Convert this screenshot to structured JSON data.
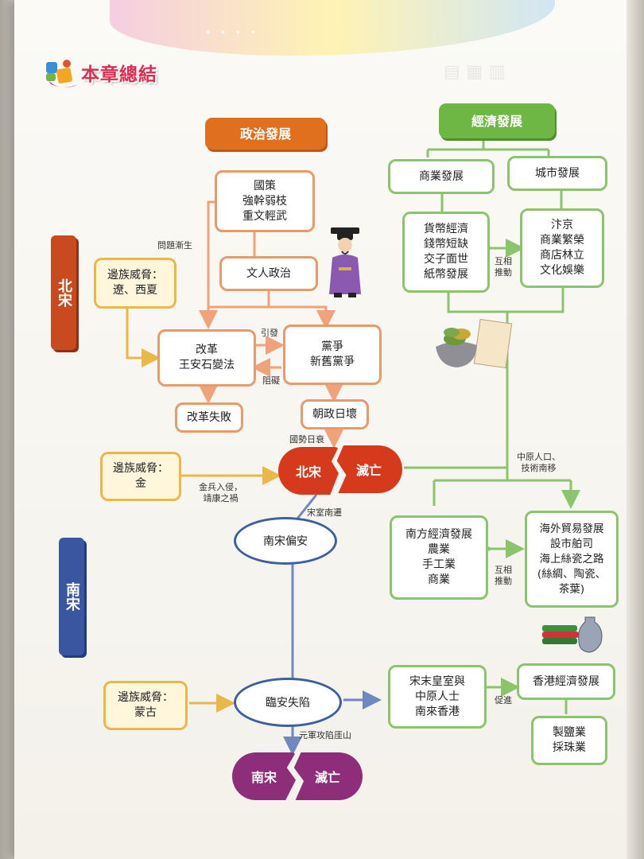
{
  "chapter_title": "本章總結",
  "headers": {
    "politics": "政治發展",
    "economy": "經濟發展"
  },
  "eras": {
    "north": "北宋",
    "south": "南宋"
  },
  "politics": {
    "policy": {
      "title": "國策",
      "line1": "強幹弱枝",
      "line2": "重文輕武"
    },
    "civil_rule": "文人政治",
    "reform": {
      "title": "改革",
      "line1": "王安石變法"
    },
    "factions": {
      "title": "黨爭",
      "line1": "新舊黨爭"
    },
    "reform_fail": "改革失敗",
    "court_decline": "朝政日壞",
    "threat_liao": {
      "line1": "邊族威脅：",
      "line2": "遼、西夏"
    },
    "threat_jin": {
      "line1": "邊族威脅：",
      "line2": "金"
    },
    "threat_mongol": {
      "line1": "邊族威脅：",
      "line2": "蒙古"
    },
    "north_fall": {
      "left": "北宋",
      "right": "滅亡"
    },
    "south_peace": "南宋偏安",
    "linan_fall": "臨安失陷",
    "south_fall": {
      "left": "南宋",
      "right": "滅亡"
    }
  },
  "economy": {
    "commerce": "商業發展",
    "cities": "城市發展",
    "currency": {
      "title": "貨幣經濟",
      "line1": "錢幣短缺",
      "line2": "交子面世",
      "line3": "紙幣發展"
    },
    "bianjing": {
      "title": "汴京",
      "line1": "商業繁榮",
      "line2": "商店林立",
      "line3": "文化娛樂"
    },
    "south_econ": {
      "title": "南方經濟發展",
      "line1": "農業",
      "line2": "手工業",
      "line3": "商業"
    },
    "overseas": {
      "title": "海外貿易發展",
      "line1": "設市舶司",
      "line2": "海上絲瓷之路",
      "line3": "(絲綢、陶瓷、",
      "line4": "茶葉)"
    },
    "to_hk": {
      "line1": "宋末皇室與",
      "line2": "中原人士",
      "line3": "南來香港"
    },
    "hk_econ": "香港經濟發展",
    "hk_industry": {
      "line1": "製鹽業",
      "line2": "採珠業"
    }
  },
  "labels": {
    "problems": "問題漸生",
    "trigger": "引發",
    "obstruct": "阻礙",
    "national_decline": "國勢日衰",
    "jin_invasion": {
      "line1": "金兵入侵，",
      "line2": "靖康之禍"
    },
    "court_south": "宋室南遷",
    "migration": {
      "line1": "中原人口、",
      "line2": "技術南移"
    },
    "mutual1": {
      "line1": "互相",
      "line2": "推動"
    },
    "mutual2": {
      "line1": "互相",
      "line2": "推動"
    },
    "promote": "促進",
    "yuan_attack": "元軍攻陷厓山"
  },
  "colors": {
    "politics_accent": "#e1701e",
    "economy_accent": "#6fb744",
    "north_song": "#c84a1e",
    "south_song": "#3b56a0",
    "fall_red": "#d63a1c",
    "fall_purple": "#8e2d7a",
    "threat_border": "#e8b84a"
  },
  "icons": [
    "chapter-icon",
    "official-figure-icon",
    "silver-ingots-icon",
    "silk-porcelain-icon"
  ]
}
